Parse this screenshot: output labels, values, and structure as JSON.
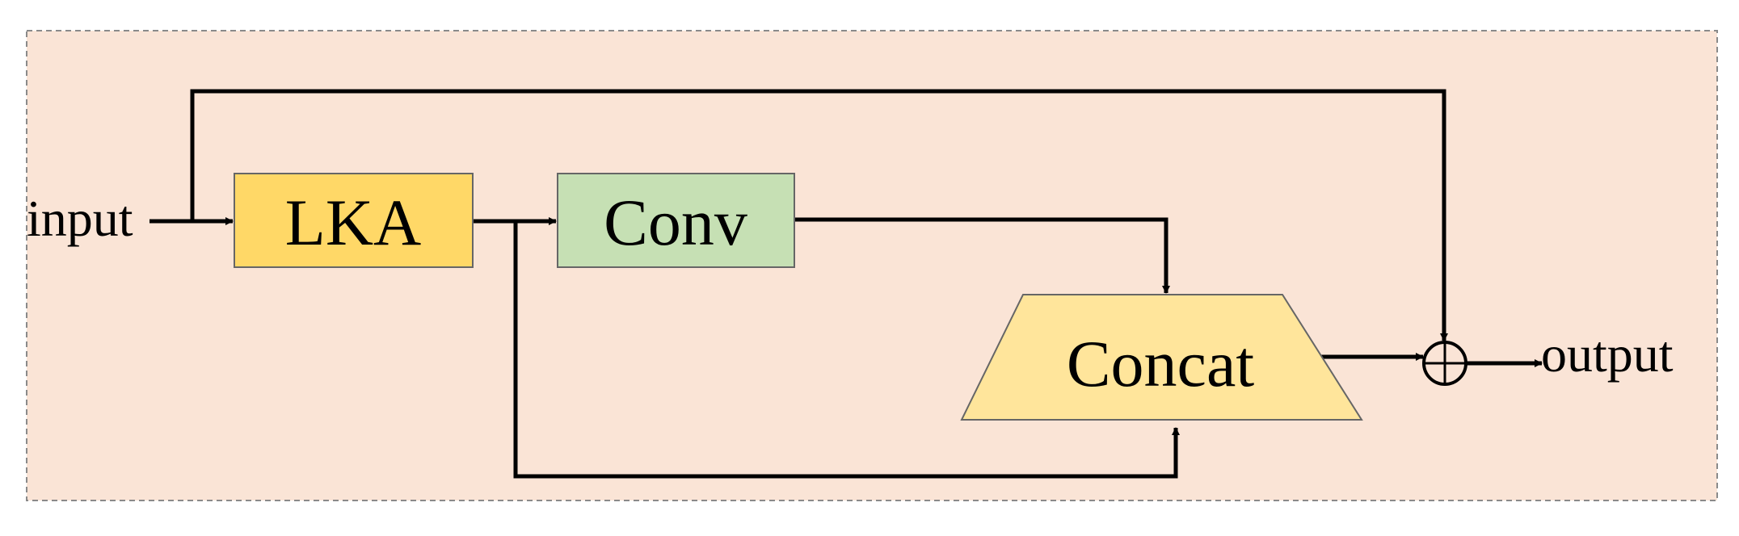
{
  "labels": {
    "input": "input",
    "output": "output",
    "lka": "LKA",
    "conv": "Conv",
    "concat": "Concat"
  },
  "colors": {
    "background": "#fae4d6",
    "frame_border": "#8a8a8a",
    "lka_fill": "#ffd867",
    "conv_fill": "#c6e0b4",
    "concat_fill": "#ffe59b",
    "line": "#000000"
  },
  "icons": {
    "add": "circled-plus-icon"
  }
}
